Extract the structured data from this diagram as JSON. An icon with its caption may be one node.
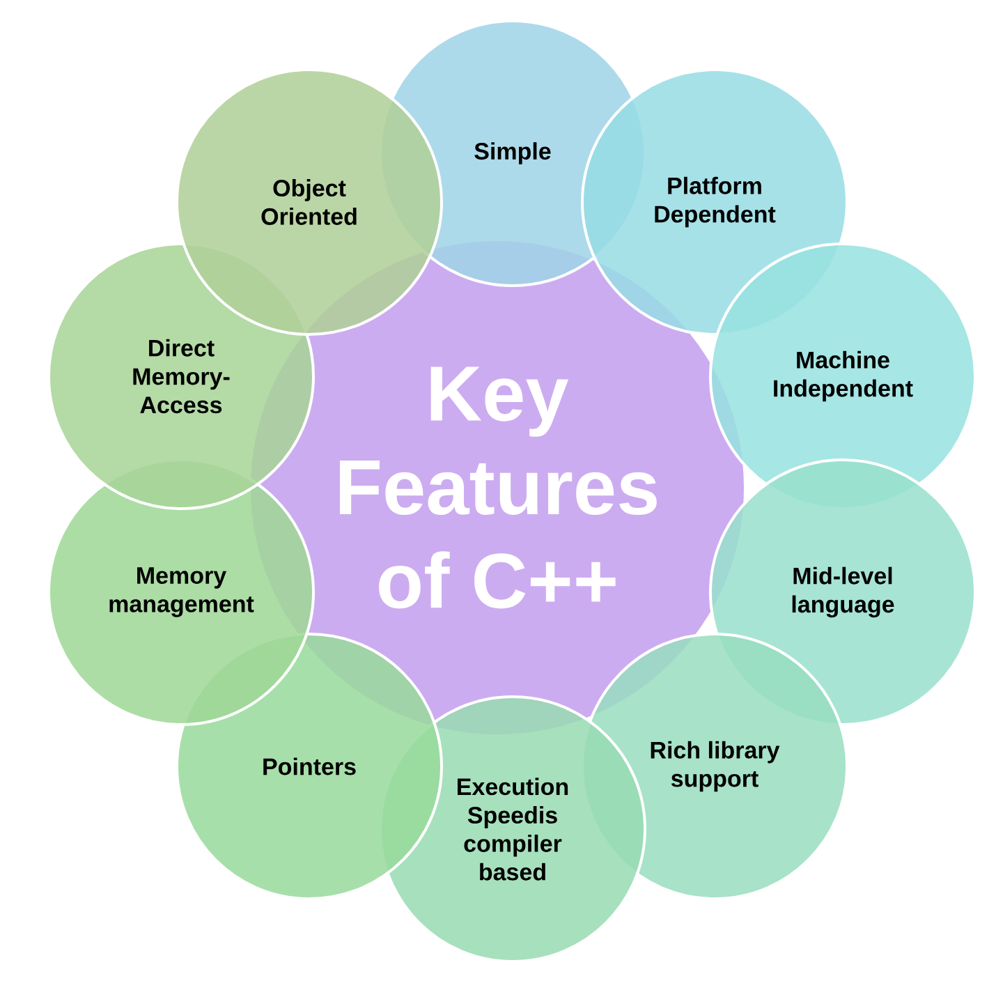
{
  "diagram": {
    "nodes": [
      {
        "text": [
          "Key Features of C++"
        ]
      },
      {
        "text": [
          "Simple"
        ]
      },
      {
        "text": [
          "Platform Dependent"
        ]
      },
      {
        "text": [
          "Machine Independent"
        ]
      },
      {
        "text": [
          "Mid-level language"
        ]
      },
      {
        "text": [
          "Rich library support"
        ]
      },
      {
        "text": [
          "Execution Speedis compiler based"
        ]
      },
      {
        "text": [
          "Pointers"
        ]
      },
      {
        "text": [
          "Memory management"
        ]
      },
      {
        "text": [
          "Direct Memory-Access"
        ]
      },
      {
        "text": [
          "Object Oriented"
        ]
      }
    ]
  }
}
